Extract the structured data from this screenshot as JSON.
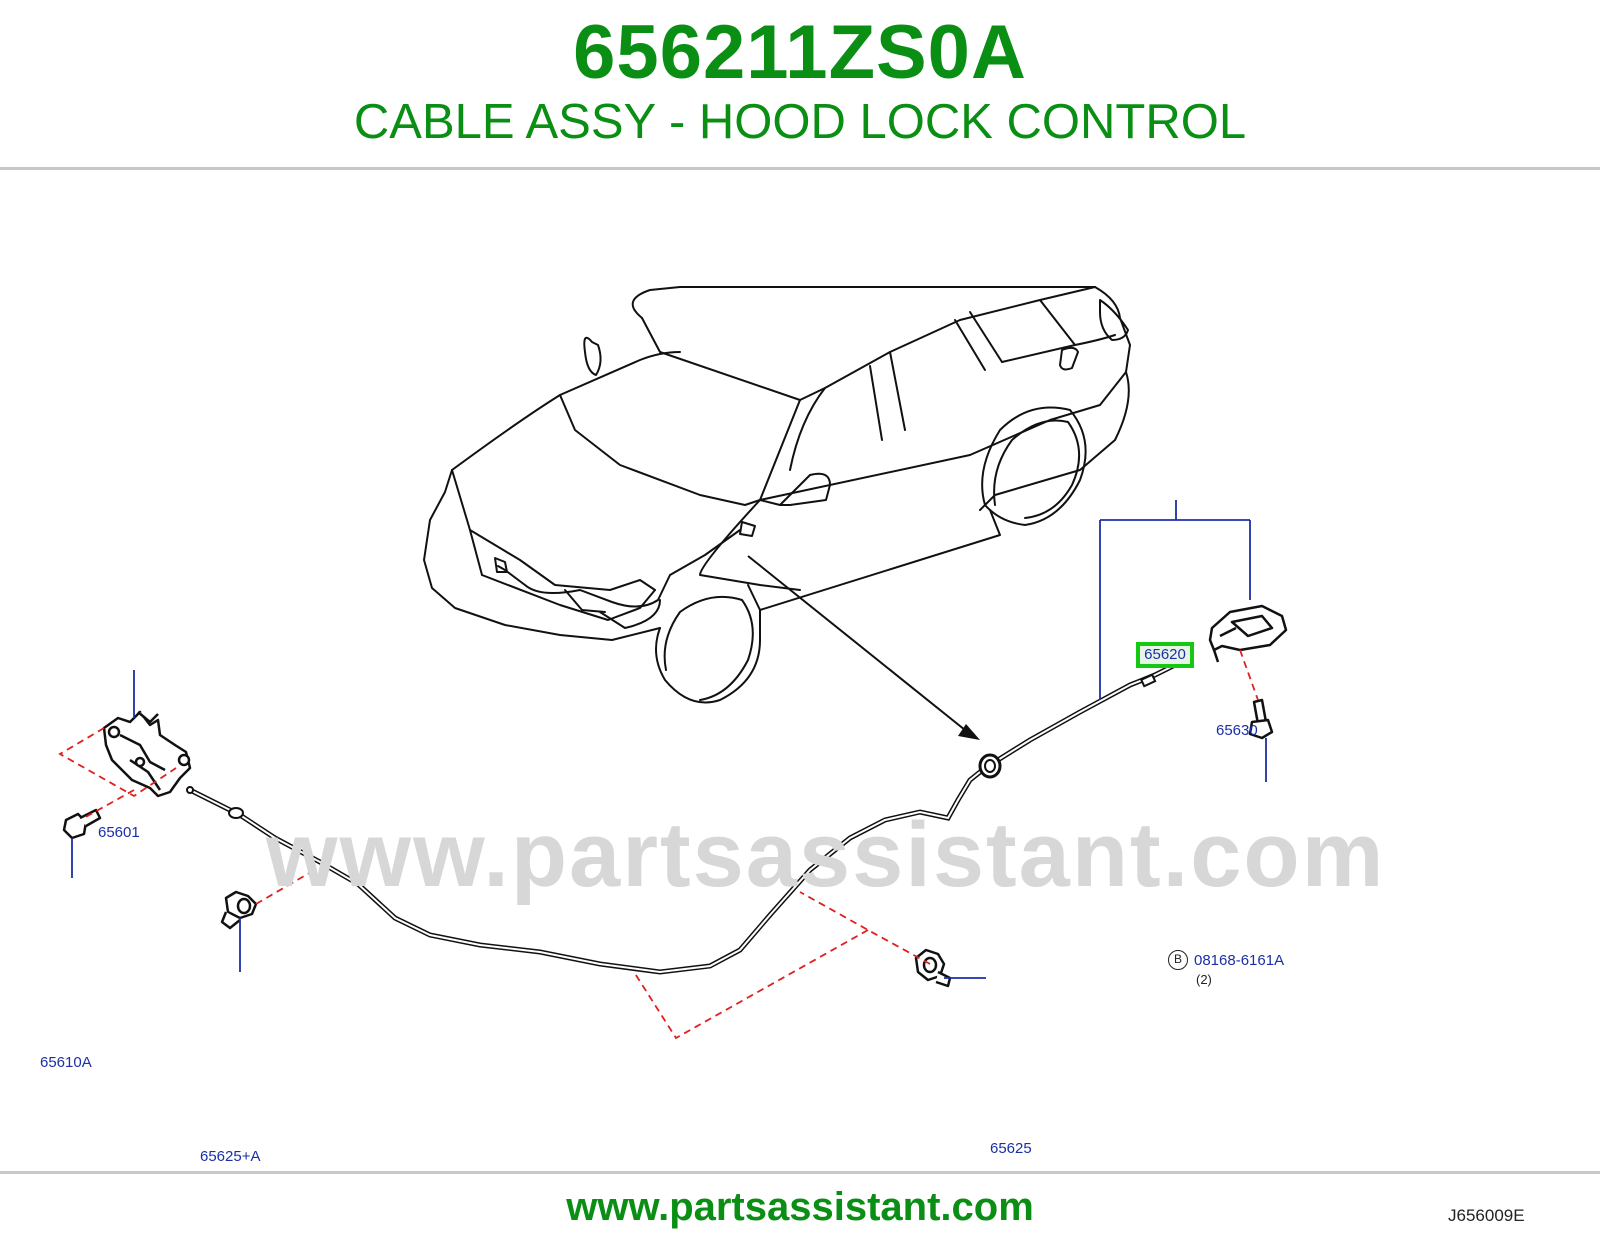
{
  "header": {
    "part_number": "656211ZS0A",
    "part_title": "CABLE ASSY - HOOD LOCK CONTROL"
  },
  "diagram": {
    "watermark": "www.partsassistant.com",
    "callouts": {
      "assy": "65620",
      "handle": "65630",
      "lock": "65601",
      "bolt_a": "65610A",
      "clip_a": "65625+A",
      "clip": "65625",
      "bolt_b": "08168-6161A",
      "bolt_b_qty": "(2)",
      "bolt_b_marker": "B"
    },
    "drawing_code": "J656009E",
    "colors": {
      "title": "#0a8f14",
      "callout": "#1b2fa6",
      "highlight": "#14c814",
      "dashed": "#e02020"
    }
  },
  "footer": {
    "website": "www.partsassistant.com"
  }
}
